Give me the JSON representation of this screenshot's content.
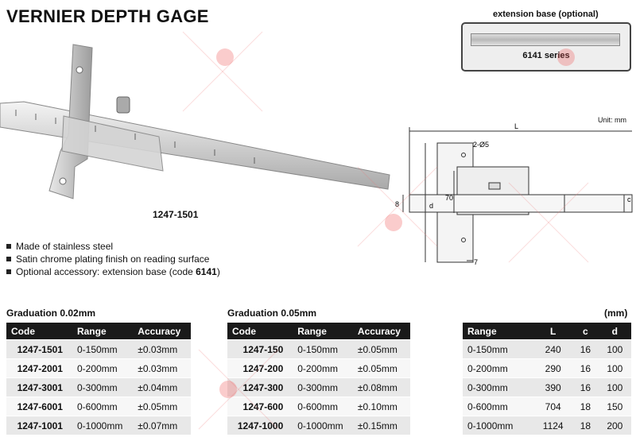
{
  "title": "VERNIER DEPTH GAGE",
  "extension": {
    "label": "extension base (optional)",
    "series": "6141 series"
  },
  "unit": "Unit: mm",
  "model": "1247-1501",
  "features": [
    "Made of stainless steel",
    "Satin chrome plating finish on reading surface",
    "Optional accessory: extension base (code 6141)"
  ],
  "diagram_labels": {
    "L": "L",
    "d2": "2-Ø5",
    "d": "d",
    "seventy": "70",
    "eight": "8",
    "c": "c",
    "seven": "7"
  },
  "table1": {
    "heading": "Graduation 0.02mm",
    "columns": [
      "Code",
      "Range",
      "Accuracy"
    ],
    "rows": [
      [
        "1247-1501",
        "0-150mm",
        "±0.03mm"
      ],
      [
        "1247-2001",
        "0-200mm",
        "±0.03mm"
      ],
      [
        "1247-3001",
        "0-300mm",
        "±0.04mm"
      ],
      [
        "1247-6001",
        "0-600mm",
        "±0.05mm"
      ],
      [
        "1247-1001",
        "0-1000mm",
        "±0.07mm"
      ]
    ]
  },
  "table2": {
    "heading": "Graduation 0.05mm",
    "columns": [
      "Code",
      "Range",
      "Accuracy"
    ],
    "rows": [
      [
        "1247-150",
        "0-150mm",
        "±0.05mm"
      ],
      [
        "1247-200",
        "0-200mm",
        "±0.05mm"
      ],
      [
        "1247-300",
        "0-300mm",
        "±0.08mm"
      ],
      [
        "1247-600",
        "0-600mm",
        "±0.10mm"
      ],
      [
        "1247-1000",
        "0-1000mm",
        "±0.15mm"
      ]
    ]
  },
  "table3": {
    "unit": "(mm)",
    "columns": [
      "Range",
      "L",
      "c",
      "d"
    ],
    "rows": [
      [
        "0-150mm",
        "240",
        "16",
        "100"
      ],
      [
        "0-200mm",
        "290",
        "16",
        "100"
      ],
      [
        "0-300mm",
        "390",
        "16",
        "100"
      ],
      [
        "0-600mm",
        "704",
        "18",
        "150"
      ],
      [
        "0-1000mm",
        "1124",
        "18",
        "200"
      ]
    ]
  }
}
